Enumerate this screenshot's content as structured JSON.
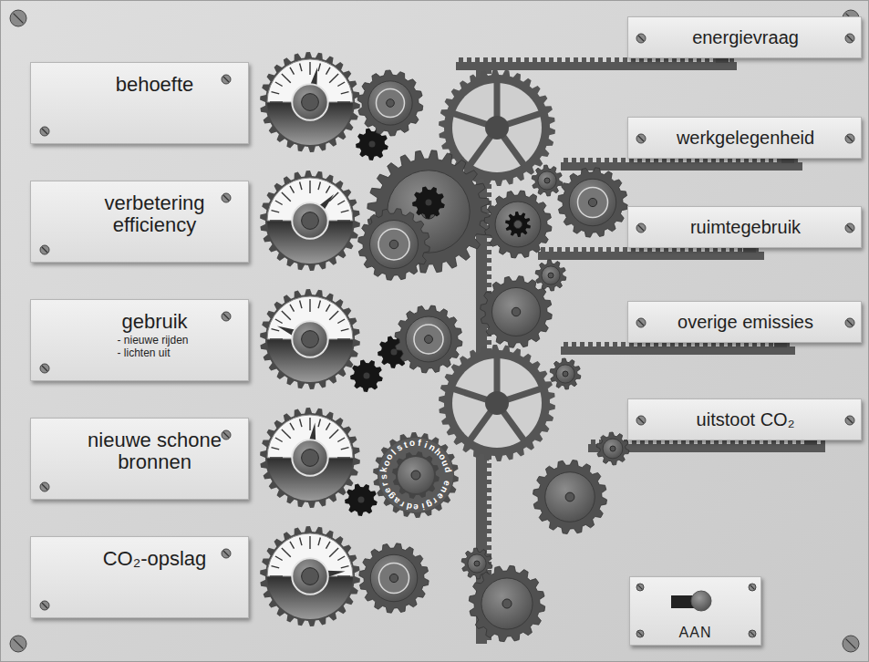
{
  "diagram": {
    "nodes": [
      {
        "text": [
          "behoefte"
        ]
      },
      {
        "text": [
          "verbetering efficiency"
        ]
      },
      {
        "text": [
          "gebruik",
          "- nieuwe rijden - lichten uit"
        ]
      },
      {
        "text": [
          "nieuwe schone bronnen"
        ]
      },
      {
        "text": [
          "CO₂-opslag"
        ]
      },
      {
        "text": [
          "energievraag"
        ]
      },
      {
        "text": [
          "werkgelegenheid"
        ]
      },
      {
        "text": [
          "ruimtegebruik"
        ]
      },
      {
        "text": [
          "overige emissies"
        ]
      },
      {
        "text": [
          "uitstoot CO₂"
        ]
      },
      {
        "text": [
          "koolstofinhoud energiedragers"
        ]
      },
      {
        "text": [
          "AAN"
        ]
      }
    ]
  }
}
